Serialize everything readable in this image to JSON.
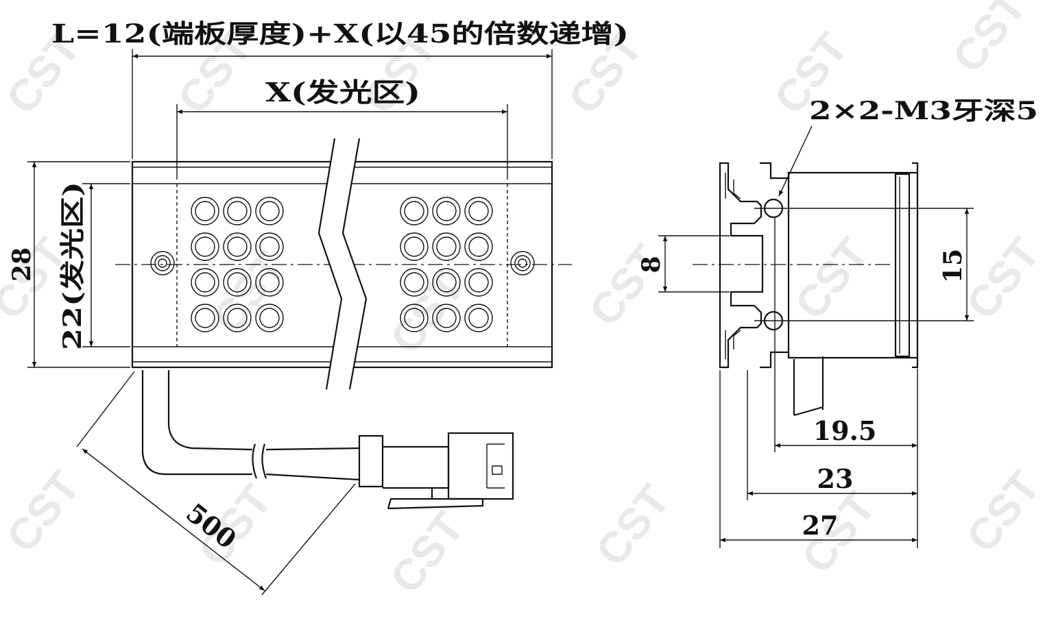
{
  "front_view": {
    "total_length_label": "L=12(端板厚度)+X(以45的倍数递增)",
    "emitting_length_label": "X(发光区)",
    "height_label": "28",
    "emitting_height_label": "22(发光区)",
    "cable_length_label": "500"
  },
  "side_view": {
    "thread_label": "2×2-M3牙深5",
    "slot_width_label": "8",
    "hole_spacing_label": "15",
    "depth_1_label": "19.5",
    "depth_2_label": "23",
    "depth_3_label": "27"
  },
  "watermark": "CST",
  "colors": {
    "line": "#111111",
    "background": "#ffffff",
    "watermark": "#cfcfcf"
  }
}
